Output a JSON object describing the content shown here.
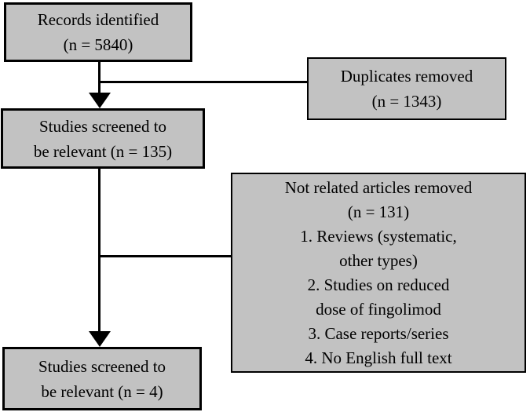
{
  "colors": {
    "box_fill": "#c2c2c2",
    "box_border": "#000000",
    "connector": "#000000",
    "canvas_bg": "#ffffff",
    "text": "#000000"
  },
  "boxes": {
    "records": {
      "lines": [
        "Records identified",
        "(n = 5840)"
      ]
    },
    "duplicates": {
      "lines": [
        "Duplicates removed",
        "(n = 1343)"
      ]
    },
    "screened135": {
      "lines": [
        "Studies screened to",
        "be relevant (n = 135)"
      ]
    },
    "notRelated": {
      "lines": [
        "Not related articles removed",
        "(n = 131)",
        "1. Reviews (systematic,",
        "other types)",
        "2. Studies on reduced",
        "dose of fingolimod",
        "3. Case reports/series",
        "4. No English full text"
      ]
    },
    "screened4": {
      "lines": [
        "Studies screened to",
        "be relevant (n = 4)"
      ]
    }
  }
}
